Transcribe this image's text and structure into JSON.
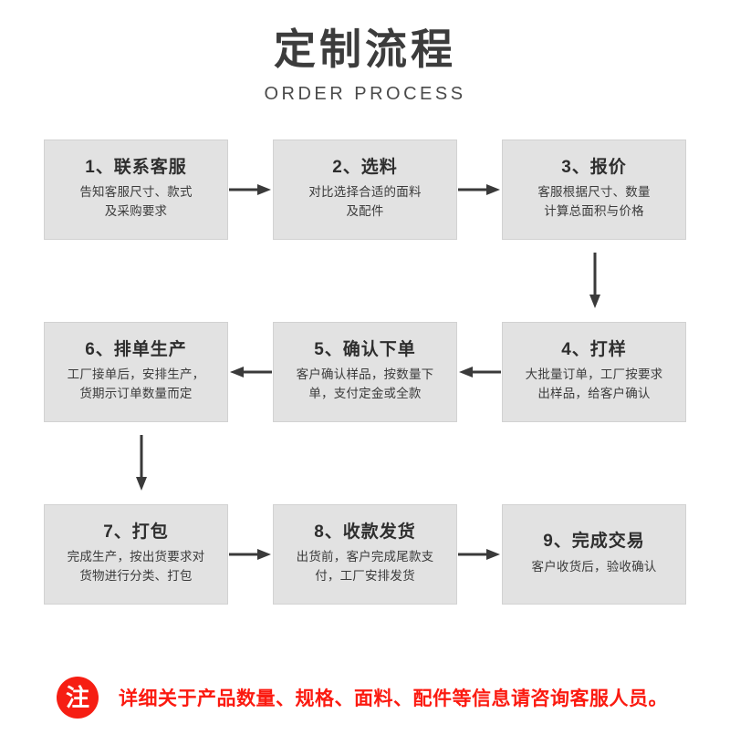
{
  "header": {
    "title": "定制流程",
    "subtitle": "ORDER PROCESS"
  },
  "colors": {
    "box_fill": "#e2e2e2",
    "box_border": "#d2d2d2",
    "title_text": "#3c3c3c",
    "note_red": "#f61e13",
    "arrow": "#3a3a3a"
  },
  "flow": {
    "rows": [
      {
        "direction": "right",
        "steps": [
          {
            "title": "1、联系客服",
            "desc_lines": [
              "告知客服尺寸、款式",
              "及采购要求"
            ]
          },
          {
            "title": "2、选料",
            "desc_lines": [
              "对比选择合适的面料",
              "及配件"
            ]
          },
          {
            "title": "3、报价",
            "desc_lines": [
              "客服根据尺寸、数量",
              "计算总面积与价格"
            ]
          }
        ]
      },
      {
        "direction": "left",
        "steps": [
          {
            "title": "6、排单生产",
            "desc_lines": [
              "工厂接单后，安排生产，",
              "货期示订单数量而定"
            ]
          },
          {
            "title": "5、确认下单",
            "desc_lines": [
              "客户确认样品，按数量下",
              "单，支付定金或全款"
            ]
          },
          {
            "title": "4、打样",
            "desc_lines": [
              "大批量订单，工厂按要求",
              "出样品，给客户确认"
            ]
          }
        ]
      },
      {
        "direction": "right",
        "steps": [
          {
            "title": "7、打包",
            "desc_lines": [
              "完成生产，按出货要求对",
              "货物进行分类、打包"
            ]
          },
          {
            "title": "8、收款发货",
            "desc_lines": [
              "出货前，客户完成尾款支",
              "付，工厂安排发货"
            ]
          },
          {
            "title": "9、完成交易",
            "desc_lines": [
              "客户收货后，验收确认"
            ]
          }
        ]
      }
    ],
    "connectors": {
      "row1_to_row2": "down-arrow-right-column",
      "row2_to_row3": "down-arrow-left-column"
    }
  },
  "note": {
    "badge": "注",
    "text": "详细关于产品数量、规格、面料、配件等信息请咨询客服人员。"
  }
}
